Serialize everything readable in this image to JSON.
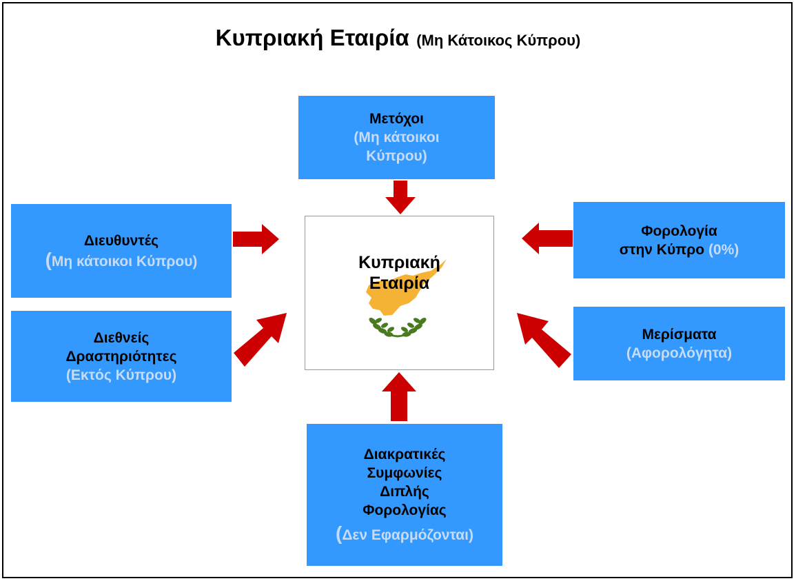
{
  "title": {
    "main": "Κυπριακή Εταιρία",
    "sub": "(Μη Κάτοικος Κύπρου)"
  },
  "center": {
    "line1": "Κυπριακή",
    "line2": "Εταιρία"
  },
  "boxes": {
    "shareholders": {
      "line1": "Μετόχοι",
      "line2": "(Μη κάτοικοι",
      "line3": "Κύπρου)"
    },
    "directors": {
      "line1": "Διευθυντές",
      "paren": "(",
      "line2": "Μη κάτοικοι Κύπρου)"
    },
    "international": {
      "line1": "Διεθνείς",
      "line2": "Δραστηριότητες",
      "line3": "(Εκτός Κύπρου)"
    },
    "taxation": {
      "line1": "Φορολογία",
      "line2": "στην Κύπρο",
      "line2b": "(0%)"
    },
    "dividends": {
      "line1": "Μερίσματα",
      "line2": "(Αφορολόγητα)"
    },
    "treaties": {
      "line1": "Διακρατικές",
      "line2": "Συμφωνίες",
      "line3": "Διπλής",
      "line4": "Φορολογίας",
      "paren": "(",
      "line5": "Δεν Εφαρμόζονται)"
    }
  },
  "colors": {
    "box": "#3399ff",
    "arrow": "#cc0000",
    "light_text": "#c6dcf5",
    "island": "#f5b335",
    "branches": "#4a7a1e"
  }
}
